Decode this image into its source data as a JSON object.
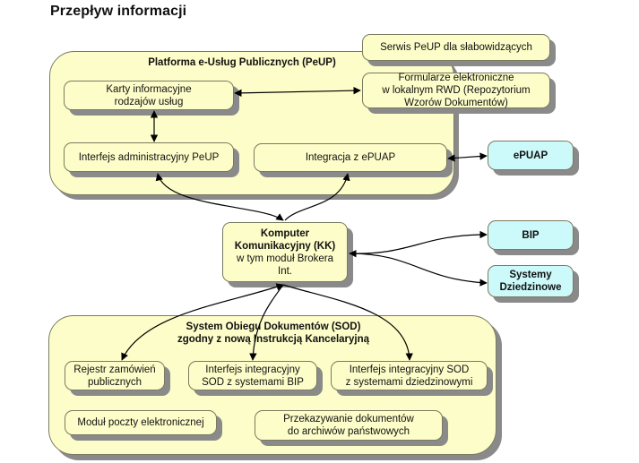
{
  "title": "Przepływ informacji",
  "peup": {
    "title": "Platforma e-Usług Publicznych (PeUP)",
    "karty": "Karty informacyjne\nrodzajów usług",
    "formularze": "Formularze elektroniczne\nw lokalnym RWD (Repozytorium\nWzorów Dokumentów)",
    "interfejs_admin": "Interfejs administracyjny PeUP",
    "integracja": "Integracja z ePUAP"
  },
  "serwis": "Serwis PeUP dla słabowidzących",
  "epuap": "ePUAP",
  "kk": {
    "title": "Komputer\nKomunikacyjny (KK)",
    "subtitle": "w tym moduł Brokera\nInt."
  },
  "bip": "BIP",
  "systemy": "Systemy\nDziedzinowe",
  "sod": {
    "title": "System Obiegu Dokumentów (SOD)\nzgodny z nową Instrukcją Kancelaryjną",
    "rejestr": "Rejestr zamówień\npublicznych",
    "interfejs_bip": "Interfejs integracyjny\nSOD z systemami BIP",
    "interfejs_dz": "Interfejs integracyjny SOD\nz systemami dziedzinowymi",
    "poczta": "Moduł poczty elektronicznej",
    "archiwa": "Przekazywanie dokumentów\ndo archiwów państwowych"
  }
}
